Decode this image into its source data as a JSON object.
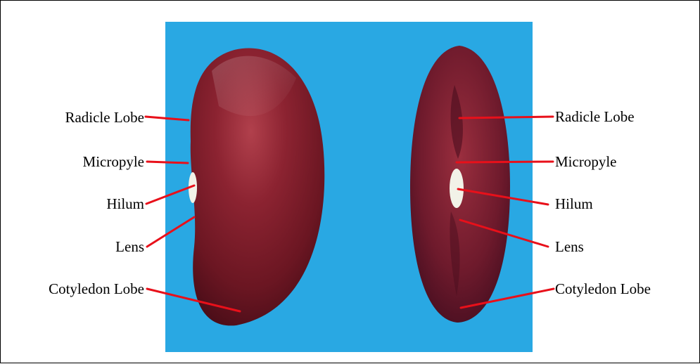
{
  "figure": {
    "background_color": "#29a8e3",
    "seed_color": "#7a1a24",
    "leader_line_color": "#e8101a",
    "left_labels": [
      {
        "text": "Radicle Lobe"
      },
      {
        "text": "Micropyle"
      },
      {
        "text": "Hilum"
      },
      {
        "text": "Lens"
      },
      {
        "text": "Cotyledon Lobe"
      }
    ],
    "right_labels": [
      {
        "text": "Radicle Lobe"
      },
      {
        "text": "Micropyle"
      },
      {
        "text": "Hilum"
      },
      {
        "text": "Lens"
      },
      {
        "text": "Cotyledon Lobe"
      }
    ]
  }
}
